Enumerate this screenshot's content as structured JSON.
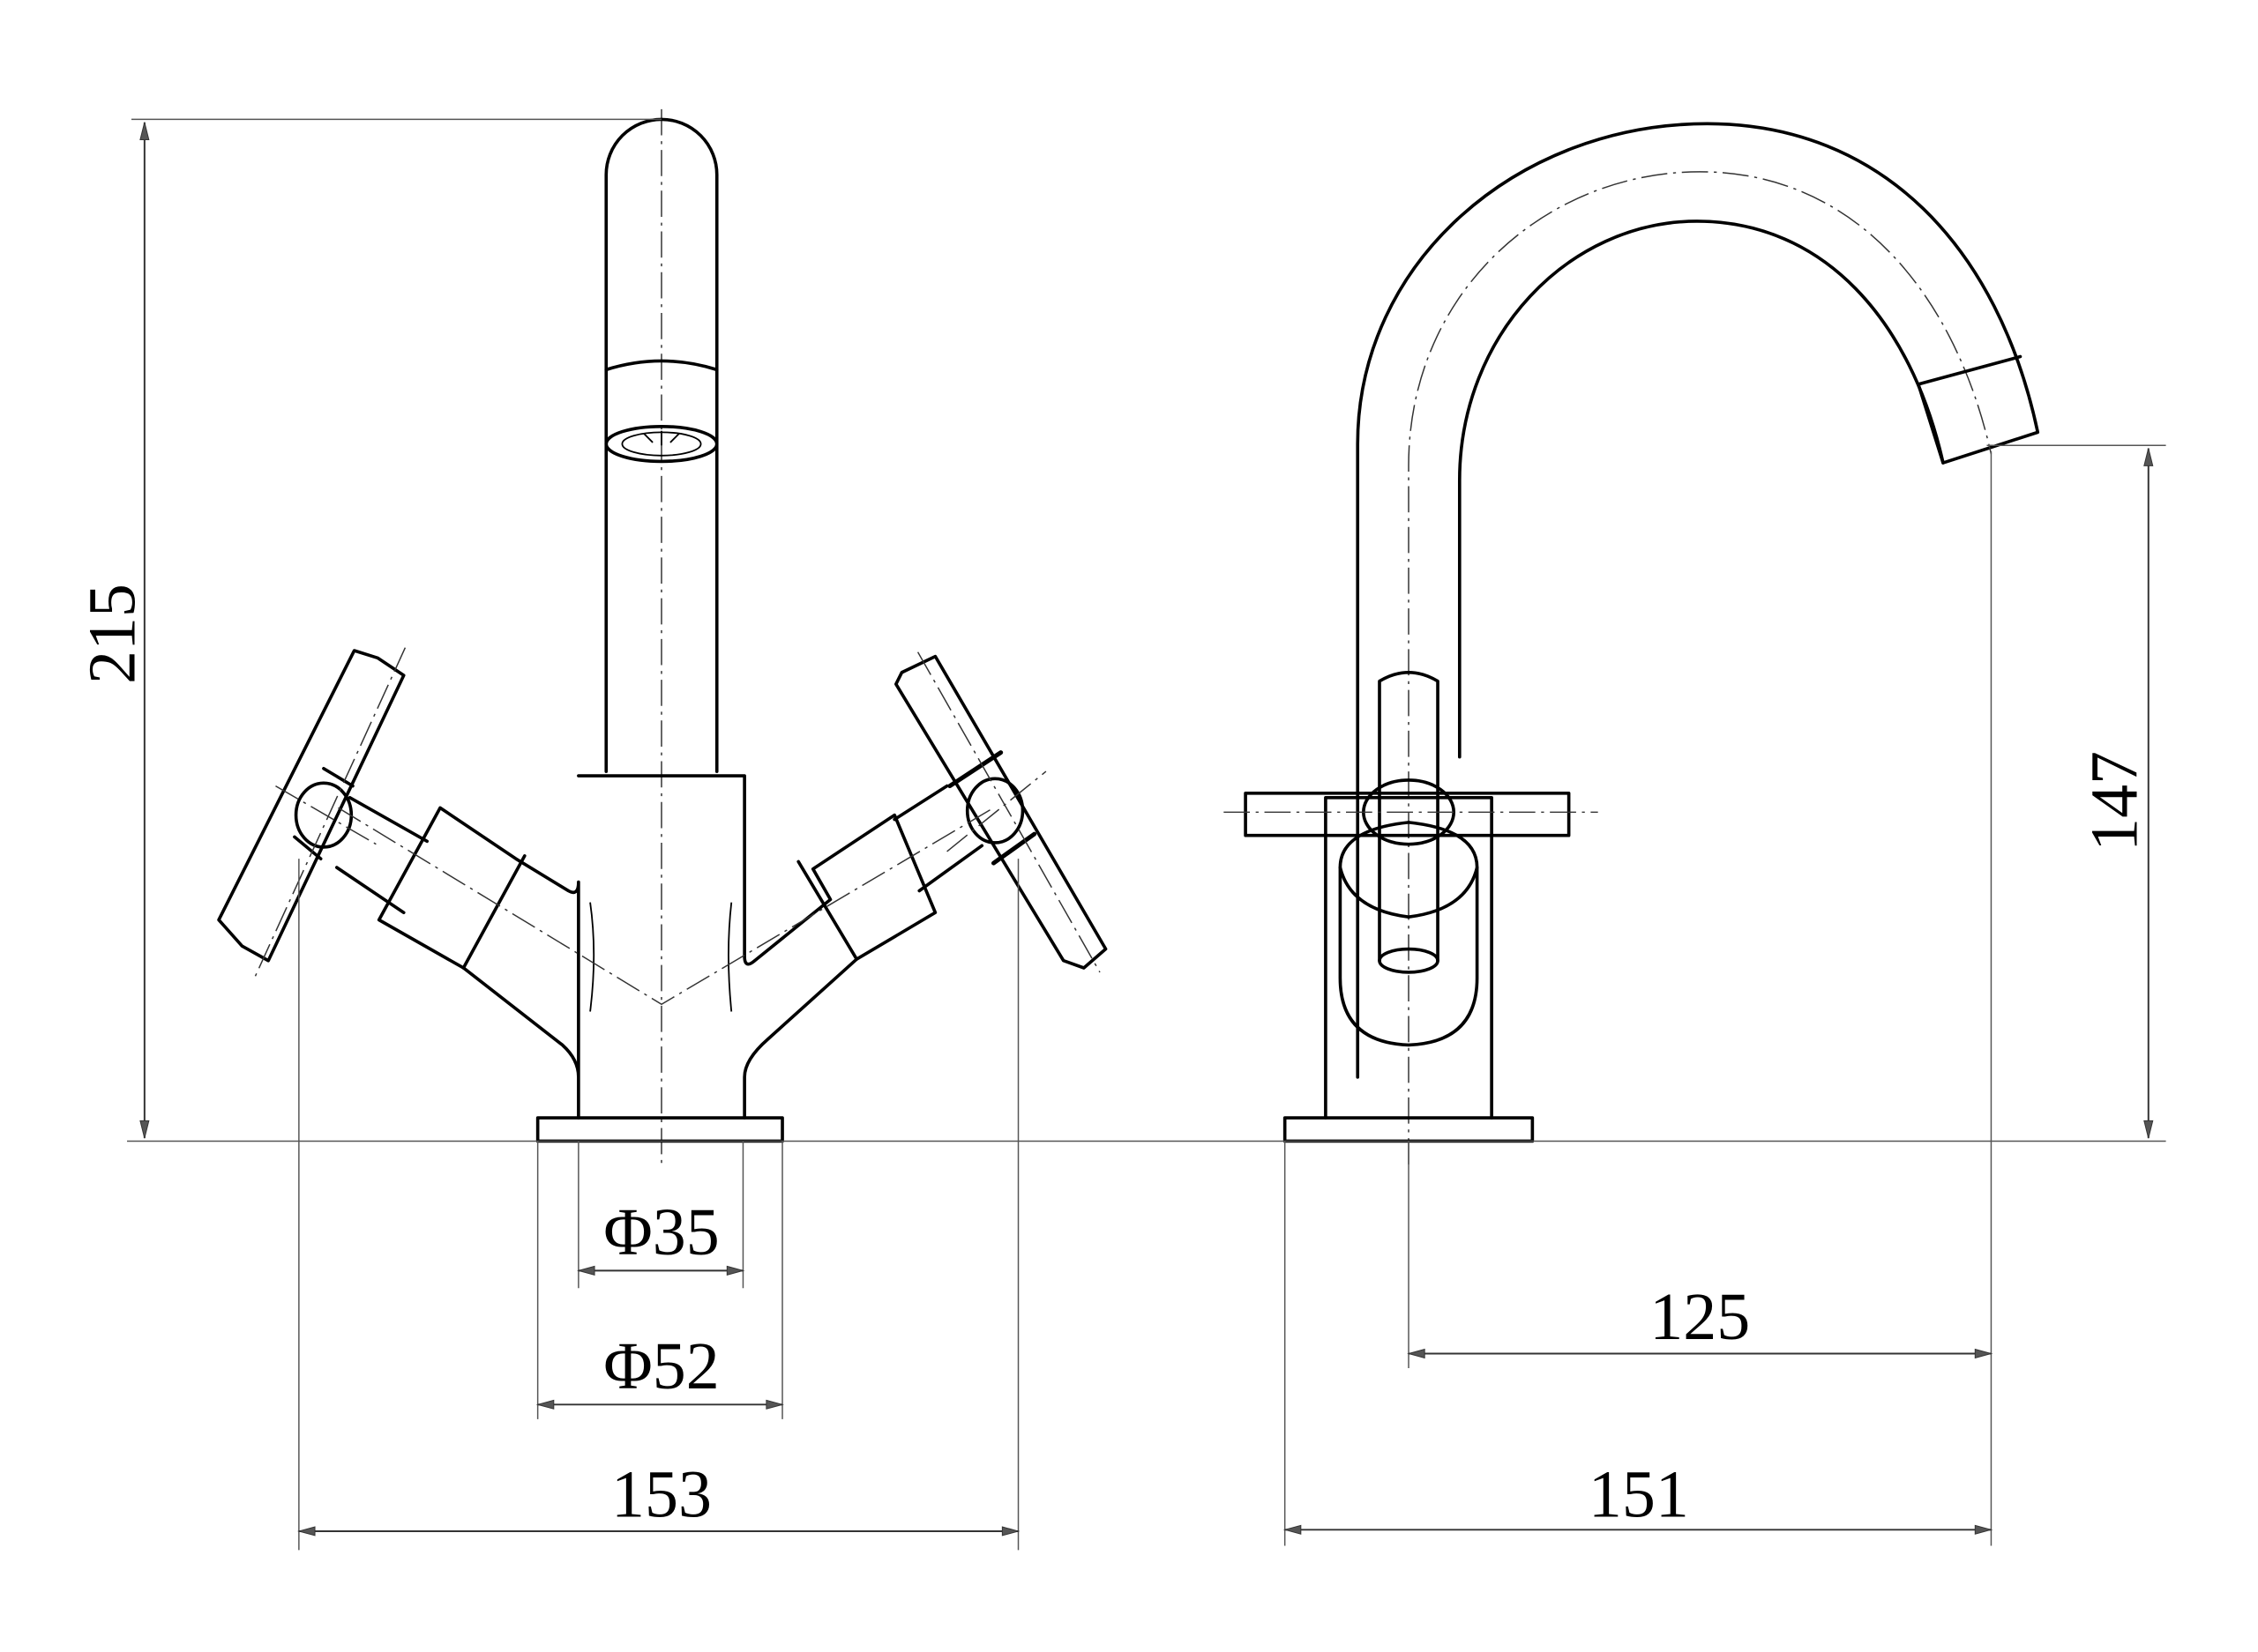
{
  "drawing": {
    "title": "Basin mixer tap dimensional drawing",
    "views": [
      "front-view",
      "side-view"
    ],
    "units": "mm",
    "line_color": "#000000",
    "background": "#ffffff"
  },
  "dimensions": {
    "overall_height": "215",
    "spout_outlet_height": "147",
    "body_diameter": "Φ35",
    "base_diameter": "Φ52",
    "handle_span_width": "153",
    "spout_reach": "125",
    "overall_depth": "151"
  }
}
